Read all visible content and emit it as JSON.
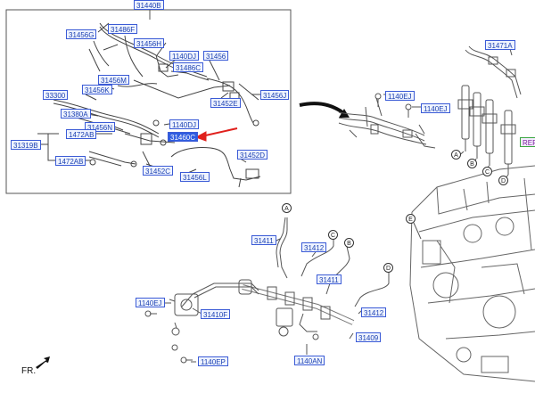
{
  "diagram": {
    "inset_top_label": "31440B",
    "front_marker": "FR.",
    "callouts": [
      {
        "id": "31456G",
        "text": "31456G"
      },
      {
        "id": "31486F",
        "text": "31486F"
      },
      {
        "id": "31456H",
        "text": "31456H"
      },
      {
        "id": "1140DJ_a",
        "text": "1140DJ"
      },
      {
        "id": "31456_a",
        "text": "31456"
      },
      {
        "id": "31486C",
        "text": "31486C"
      },
      {
        "id": "31456M",
        "text": "31456M"
      },
      {
        "id": "33300",
        "text": "33300"
      },
      {
        "id": "31456K",
        "text": "31456K"
      },
      {
        "id": "31452E",
        "text": "31452E"
      },
      {
        "id": "31456J",
        "text": "31456J"
      },
      {
        "id": "31380A",
        "text": "31380A"
      },
      {
        "id": "31456N",
        "text": "31456N"
      },
      {
        "id": "1140DJ_b",
        "text": "1140DJ"
      },
      {
        "id": "1472AB_a",
        "text": "1472AB"
      },
      {
        "id": "31319B",
        "text": "31319B"
      },
      {
        "id": "31460C",
        "text": "31460C"
      },
      {
        "id": "31452D",
        "text": "31452D"
      },
      {
        "id": "1472AB_b",
        "text": "1472AB"
      },
      {
        "id": "31452C",
        "text": "31452C"
      },
      {
        "id": "31456L",
        "text": "31456L"
      },
      {
        "id": "1140EJ_a",
        "text": "1140EJ"
      },
      {
        "id": "1140EJ_b",
        "text": "1140EJ"
      },
      {
        "id": "31471A",
        "text": "31471A"
      },
      {
        "id": "REF",
        "text": "REF"
      },
      {
        "id": "31411_a",
        "text": "31411"
      },
      {
        "id": "31412_a",
        "text": "31412"
      },
      {
        "id": "31411_b",
        "text": "31411"
      },
      {
        "id": "31412_b",
        "text": "31412"
      },
      {
        "id": "1140EJ_c",
        "text": "1140EJ"
      },
      {
        "id": "31410F",
        "text": "31410F"
      },
      {
        "id": "31409",
        "text": "31409"
      },
      {
        "id": "1140AN",
        "text": "1140AN"
      },
      {
        "id": "1140EP",
        "text": "1140EP"
      }
    ],
    "markers": [
      "A",
      "B",
      "C",
      "D",
      "E"
    ]
  }
}
